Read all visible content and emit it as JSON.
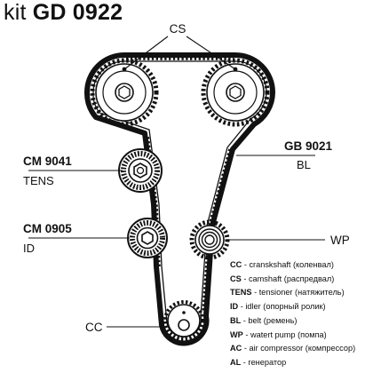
{
  "header": {
    "prefix": "kit",
    "code": "GD 0922"
  },
  "labels": {
    "cs": "CS",
    "gb_code": "GB 9021",
    "gb_role": "BL",
    "cm1_code": "CM 9041",
    "cm1_role": "TENS",
    "cm2_code": "CM 0905",
    "cm2_role": "ID",
    "wp": "WP",
    "cc": "CC"
  },
  "legend": [
    {
      "abbr": "CC",
      "desc": "cranskshaft (коленвал)"
    },
    {
      "abbr": "CS",
      "desc": "camshaft (распредвал)"
    },
    {
      "abbr": "TENS",
      "desc": "tensioner (натяжитель)"
    },
    {
      "abbr": "ID",
      "desc": "idler (опорный ролик)"
    },
    {
      "abbr": "BL",
      "desc": "belt (ремень)"
    },
    {
      "abbr": "WP",
      "desc": "watert pump (помпа)"
    },
    {
      "abbr": "AC",
      "desc": "air compressor (компрессор)"
    },
    {
      "abbr": "AL",
      "desc": "генератор"
    }
  ],
  "colors": {
    "ink": "#111111",
    "background": "#ffffff"
  }
}
